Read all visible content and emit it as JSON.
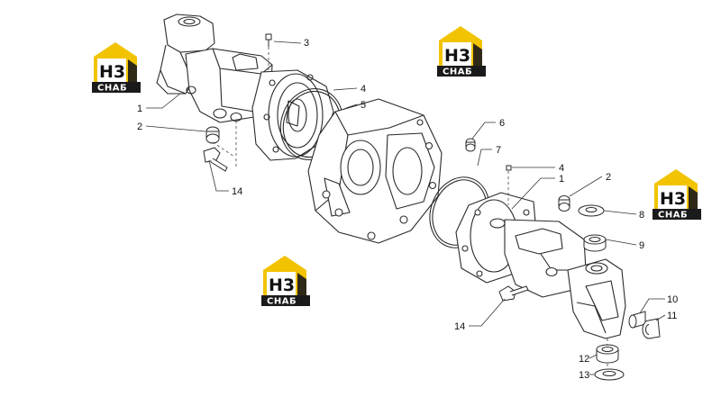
{
  "colors": {
    "line": "#2a2a2a",
    "leader": "#333333",
    "logo_yellow": "#f2c300",
    "logo_black": "#1a1a1a",
    "background": "#ffffff"
  },
  "logos": [
    {
      "id": "logo-1",
      "mark": "Н3",
      "caption": "СНАБ"
    },
    {
      "id": "logo-2",
      "mark": "Н3",
      "caption": "СНАБ"
    },
    {
      "id": "logo-3",
      "mark": "Н3",
      "caption": "СНАБ"
    },
    {
      "id": "logo-4",
      "mark": "Н3",
      "caption": "СНАБ"
    }
  ],
  "callouts": [
    "1",
    "2",
    "3",
    "4",
    "5",
    "14",
    "6",
    "7",
    "4",
    "1",
    "2",
    "8",
    "9",
    "14",
    "10",
    "11",
    "12",
    "13"
  ]
}
